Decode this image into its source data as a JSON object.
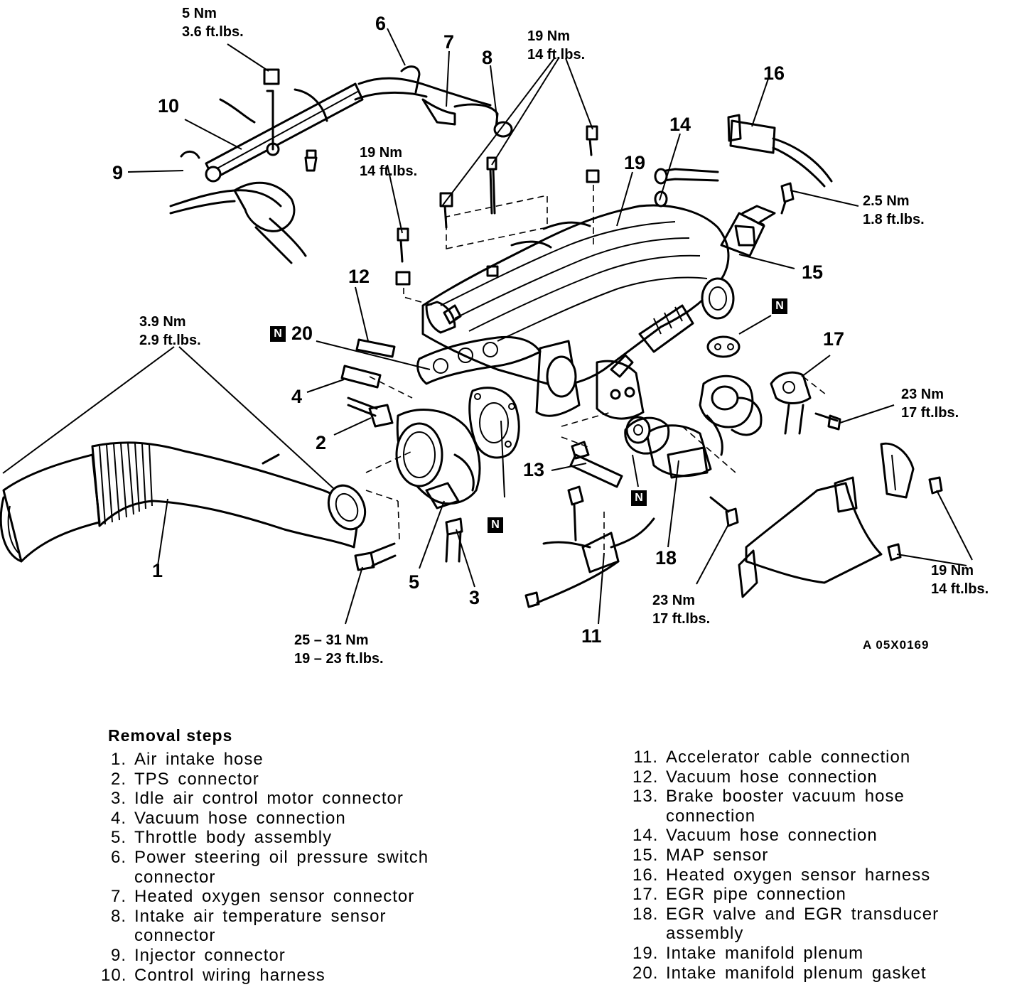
{
  "figure_code": "A 05X0169",
  "callouts": [
    "1",
    "2",
    "3",
    "4",
    "5",
    "6",
    "7",
    "8",
    "9",
    "10",
    "11",
    "12",
    "13",
    "14",
    "15",
    "16",
    "17",
    "18",
    "19",
    "20"
  ],
  "new_part_marker": "N",
  "torques": {
    "t1": [
      "5 Nm",
      "3.6 ft.lbs."
    ],
    "t2": [
      "19 Nm",
      "14 ft.lbs."
    ],
    "t3": [
      "19 Nm",
      "14 ft.lbs."
    ],
    "t4": [
      "2.5 Nm",
      "1.8 ft.lbs."
    ],
    "t5": [
      "3.9 Nm",
      "2.9 ft.lbs."
    ],
    "t6": [
      "23 Nm",
      "17 ft.lbs."
    ],
    "t7": [
      "19 Nm",
      "14 ft.lbs."
    ],
    "t8": [
      "23 Nm",
      "17 ft.lbs."
    ],
    "t9": [
      "25 – 31 Nm",
      "19 – 23 ft.lbs."
    ]
  },
  "steps_title": "Removal steps",
  "steps_left": [
    {
      "n": "1.",
      "text": "Air intake hose"
    },
    {
      "n": "2.",
      "text": "TPS connector"
    },
    {
      "n": "3.",
      "text": "Idle air control motor connector"
    },
    {
      "n": "4.",
      "text": "Vacuum hose connection"
    },
    {
      "n": "5.",
      "text": "Throttle body assembly"
    },
    {
      "n": "6.",
      "text": "Power steering oil pressure switch"
    },
    {
      "n": "",
      "text": "connector"
    },
    {
      "n": "7.",
      "text": "Heated oxygen sensor connector"
    },
    {
      "n": "8.",
      "text": "Intake air temperature sensor"
    },
    {
      "n": "",
      "text": "connector"
    },
    {
      "n": "9.",
      "text": "Injector connector"
    },
    {
      "n": "10.",
      "text": "Control wiring harness"
    }
  ],
  "steps_right": [
    {
      "n": "11.",
      "text": "Accelerator cable connection"
    },
    {
      "n": "12.",
      "text": "Vacuum hose connection"
    },
    {
      "n": "13.",
      "text": "Brake booster vacuum hose"
    },
    {
      "n": "",
      "text": "connection"
    },
    {
      "n": "14.",
      "text": "Vacuum hose connection"
    },
    {
      "n": "15.",
      "text": "MAP sensor"
    },
    {
      "n": "16.",
      "text": "Heated oxygen sensor harness"
    },
    {
      "n": "17.",
      "text": "EGR pipe connection"
    },
    {
      "n": "18.",
      "text": "EGR valve and EGR transducer"
    },
    {
      "n": "",
      "text": "assembly"
    },
    {
      "n": "19.",
      "text": "Intake manifold plenum"
    },
    {
      "n": "20.",
      "text": "Intake manifold plenum gasket"
    }
  ]
}
